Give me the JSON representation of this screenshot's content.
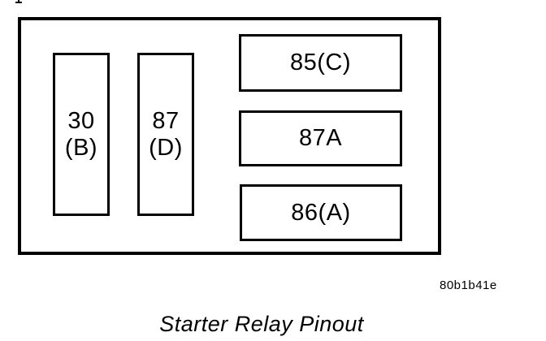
{
  "diagram": {
    "caption": "Starter Relay Pinout",
    "figure_code": "80b1b41e",
    "relay_pins": {
      "pin_30": {
        "line1": "30",
        "line2": "(B)"
      },
      "pin_87": {
        "line1": "87",
        "line2": "(D)"
      },
      "pin_85": {
        "label": "85(C)"
      },
      "pin_87a": {
        "label": "87A"
      },
      "pin_86": {
        "label": "86(A)"
      }
    }
  }
}
